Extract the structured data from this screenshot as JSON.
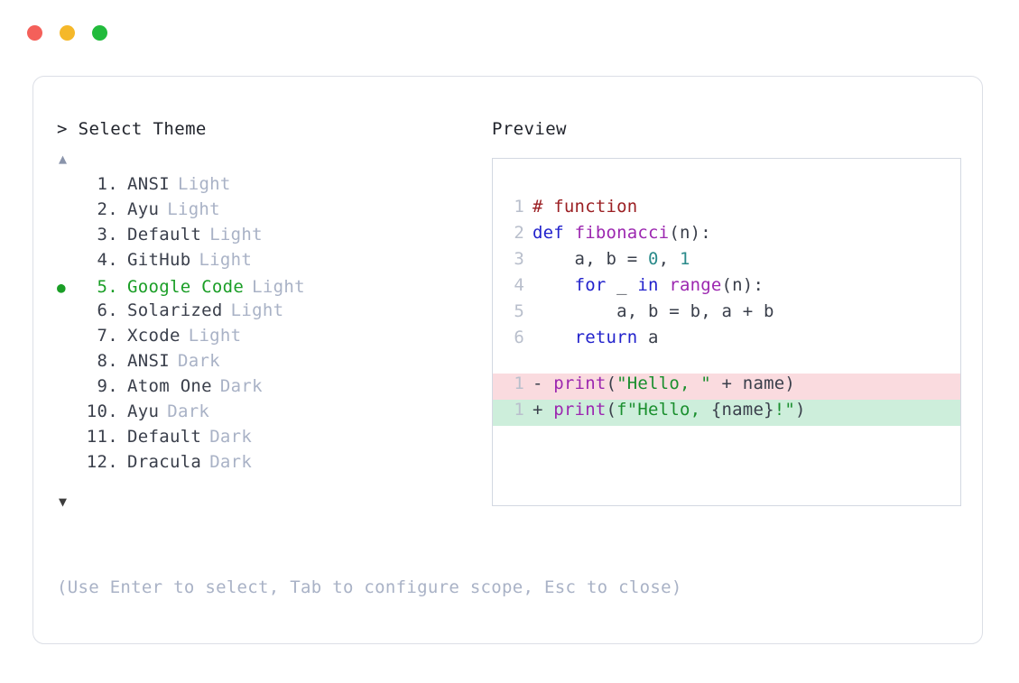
{
  "window": {
    "traffic_lights": [
      {
        "name": "close",
        "color": "#f4605a"
      },
      {
        "name": "minimize",
        "color": "#f5b82a"
      },
      {
        "name": "maximize",
        "color": "#22bb3c"
      }
    ]
  },
  "prompt": {
    "marker": ">",
    "title": "Select Theme",
    "text": "> Select Theme"
  },
  "scroll": {
    "up_glyph": "▲",
    "down_glyph": "▼",
    "up_color": "#8a94ab",
    "down_color": "#3d3d3d"
  },
  "list": {
    "selected_index": 5,
    "selected_color": "#1a9e26",
    "bullet_glyph": "●",
    "items": [
      {
        "num": "1.",
        "name": "ANSI",
        "variant": "Light",
        "selected": false
      },
      {
        "num": "2.",
        "name": "Ayu",
        "variant": "Light",
        "selected": false
      },
      {
        "num": "3.",
        "name": "Default",
        "variant": "Light",
        "selected": false
      },
      {
        "num": "4.",
        "name": "GitHub",
        "variant": "Light",
        "selected": false
      },
      {
        "num": "5.",
        "name": "Google Code",
        "variant": "Light",
        "selected": true
      },
      {
        "num": "6.",
        "name": "Solarized",
        "variant": "Light",
        "selected": false
      },
      {
        "num": "7.",
        "name": "Xcode",
        "variant": "Light",
        "selected": false
      },
      {
        "num": "8.",
        "name": "ANSI",
        "variant": "Dark",
        "selected": false
      },
      {
        "num": "9.",
        "name": "Atom One",
        "variant": "Dark",
        "selected": false
      },
      {
        "num": "10.",
        "name": "Ayu",
        "variant": "Dark",
        "selected": false
      },
      {
        "num": "11.",
        "name": "Default",
        "variant": "Dark",
        "selected": false
      },
      {
        "num": "12.",
        "name": "Dracula",
        "variant": "Dark",
        "selected": false
      }
    ]
  },
  "hint": {
    "text": "(Use Enter to select, Tab to configure scope, Esc to close)"
  },
  "preview": {
    "label": "Preview",
    "code_lines": [
      {
        "ln": "1",
        "tokens": [
          {
            "t": "# function",
            "c": "t-comment"
          }
        ]
      },
      {
        "ln": "2",
        "tokens": [
          {
            "t": "def ",
            "c": "t-kw"
          },
          {
            "t": "fibonacci",
            "c": "t-fn"
          },
          {
            "t": "(n):",
            "c": "t-punct"
          }
        ]
      },
      {
        "ln": "3",
        "tokens": [
          {
            "t": "    a, b = ",
            "c": "t-plain"
          },
          {
            "t": "0",
            "c": "t-num"
          },
          {
            "t": ", ",
            "c": "t-plain"
          },
          {
            "t": "1",
            "c": "t-num"
          }
        ]
      },
      {
        "ln": "4",
        "tokens": [
          {
            "t": "    ",
            "c": "t-plain"
          },
          {
            "t": "for",
            "c": "t-kw"
          },
          {
            "t": " _ ",
            "c": "t-plain"
          },
          {
            "t": "in",
            "c": "t-kw"
          },
          {
            "t": " ",
            "c": "t-plain"
          },
          {
            "t": "range",
            "c": "t-fn"
          },
          {
            "t": "(n):",
            "c": "t-punct"
          }
        ]
      },
      {
        "ln": "5",
        "tokens": [
          {
            "t": "        a, b = b, a + b",
            "c": "t-plain"
          }
        ]
      },
      {
        "ln": "6",
        "tokens": [
          {
            "t": "    ",
            "c": "t-plain"
          },
          {
            "t": "return",
            "c": "t-kw"
          },
          {
            "t": " a",
            "c": "t-plain"
          }
        ]
      }
    ],
    "diff_lines": [
      {
        "ln": "1",
        "kind": "del",
        "bg": "#fadbdf",
        "tokens": [
          {
            "t": "- ",
            "c": "t-marker"
          },
          {
            "t": "print",
            "c": "t-fn"
          },
          {
            "t": "(",
            "c": "t-punct"
          },
          {
            "t": "\"Hello, \"",
            "c": "t-str"
          },
          {
            "t": " + name)",
            "c": "t-plain"
          }
        ]
      },
      {
        "ln": "1",
        "kind": "add",
        "bg": "#cdeedb",
        "tokens": [
          {
            "t": "+ ",
            "c": "t-marker"
          },
          {
            "t": "print",
            "c": "t-fn"
          },
          {
            "t": "(",
            "c": "t-punct"
          },
          {
            "t": "f\"Hello, ",
            "c": "t-str"
          },
          {
            "t": "{name}",
            "c": "t-plain"
          },
          {
            "t": "!\"",
            "c": "t-str"
          },
          {
            "t": ")",
            "c": "t-punct"
          }
        ]
      }
    ]
  },
  "theme_colors": {
    "comment": "#9b1f23",
    "keyword": "#2222cc",
    "function": "#9c27b0",
    "number": "#2a8a8a",
    "string": "#1a8f2e",
    "plain": "#3a3f4b",
    "line_number": "#b9bfcc",
    "muted": "#a9b2c6",
    "card_border": "#dcdfe6",
    "panel_border": "#d3d8e2"
  }
}
